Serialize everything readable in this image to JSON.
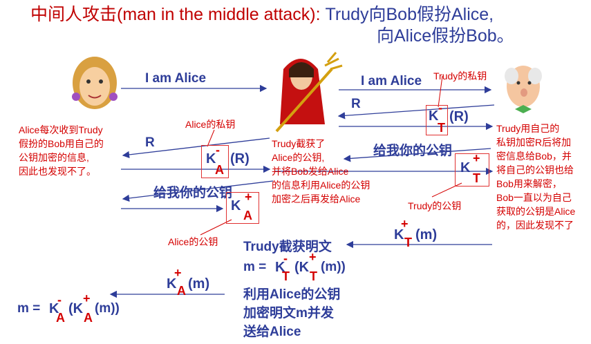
{
  "title": {
    "line1_red": "中间人攻击(man in the middle attack):",
    "line1_blue": " Trudy向Bob假扮Alice,",
    "line2": "向Alice假扮Bob。"
  },
  "messages": {
    "i_am_alice_1": "I am Alice",
    "i_am_alice_2": "I am Alice",
    "r_1": "R",
    "r_2": "R",
    "give_key_1": "给我你的公钥",
    "give_key_2": "给我你的公钥",
    "k_r": "(R)",
    "k_m": "(m)"
  },
  "keys": {
    "K": "K",
    "minus": "-",
    "plus": "+",
    "T": "T",
    "A": "A"
  },
  "annotations": {
    "trudy_private_key": "Trudy的私钥",
    "alice_private_key": "Alice的私钥",
    "trudy_public_key": "Trudy的公钥",
    "alice_public_key": "Alice的公钥",
    "alice_note": [
      "Alice每次收到Trudy",
      "假扮的Bob用自己的",
      "公钥加密的信息,",
      "因此也发现不了。"
    ],
    "trudy_note": [
      "Trudy截获了",
      "Alice的公钥,",
      "并将Bob发给Alice",
      "的信息利用Alice的公钥",
      "加密之后再发给Alice"
    ],
    "bob_note": [
      "Trudy用自己的",
      "私钥加密R后将加",
      "密信息给Bob，并",
      "将自己的公钥也给",
      "Bob用来解密，",
      "Bob一直以为自己",
      "获取的公钥是Alice",
      "的，因此发现不了"
    ]
  },
  "bottom": {
    "intercept_title": "Trudy截获明文",
    "m_eq": "m =",
    "m_eq_paren": "(m))",
    "reencrypt": [
      "利用Alice的公钥",
      "加密明文m并发",
      "送给Alice"
    ],
    "final_m_eq": "m =",
    "final_paren": "(m))"
  },
  "characters": {
    "alice": "alice-figure",
    "trudy": "trudy-devil-figure",
    "bob": "bob-figure"
  }
}
